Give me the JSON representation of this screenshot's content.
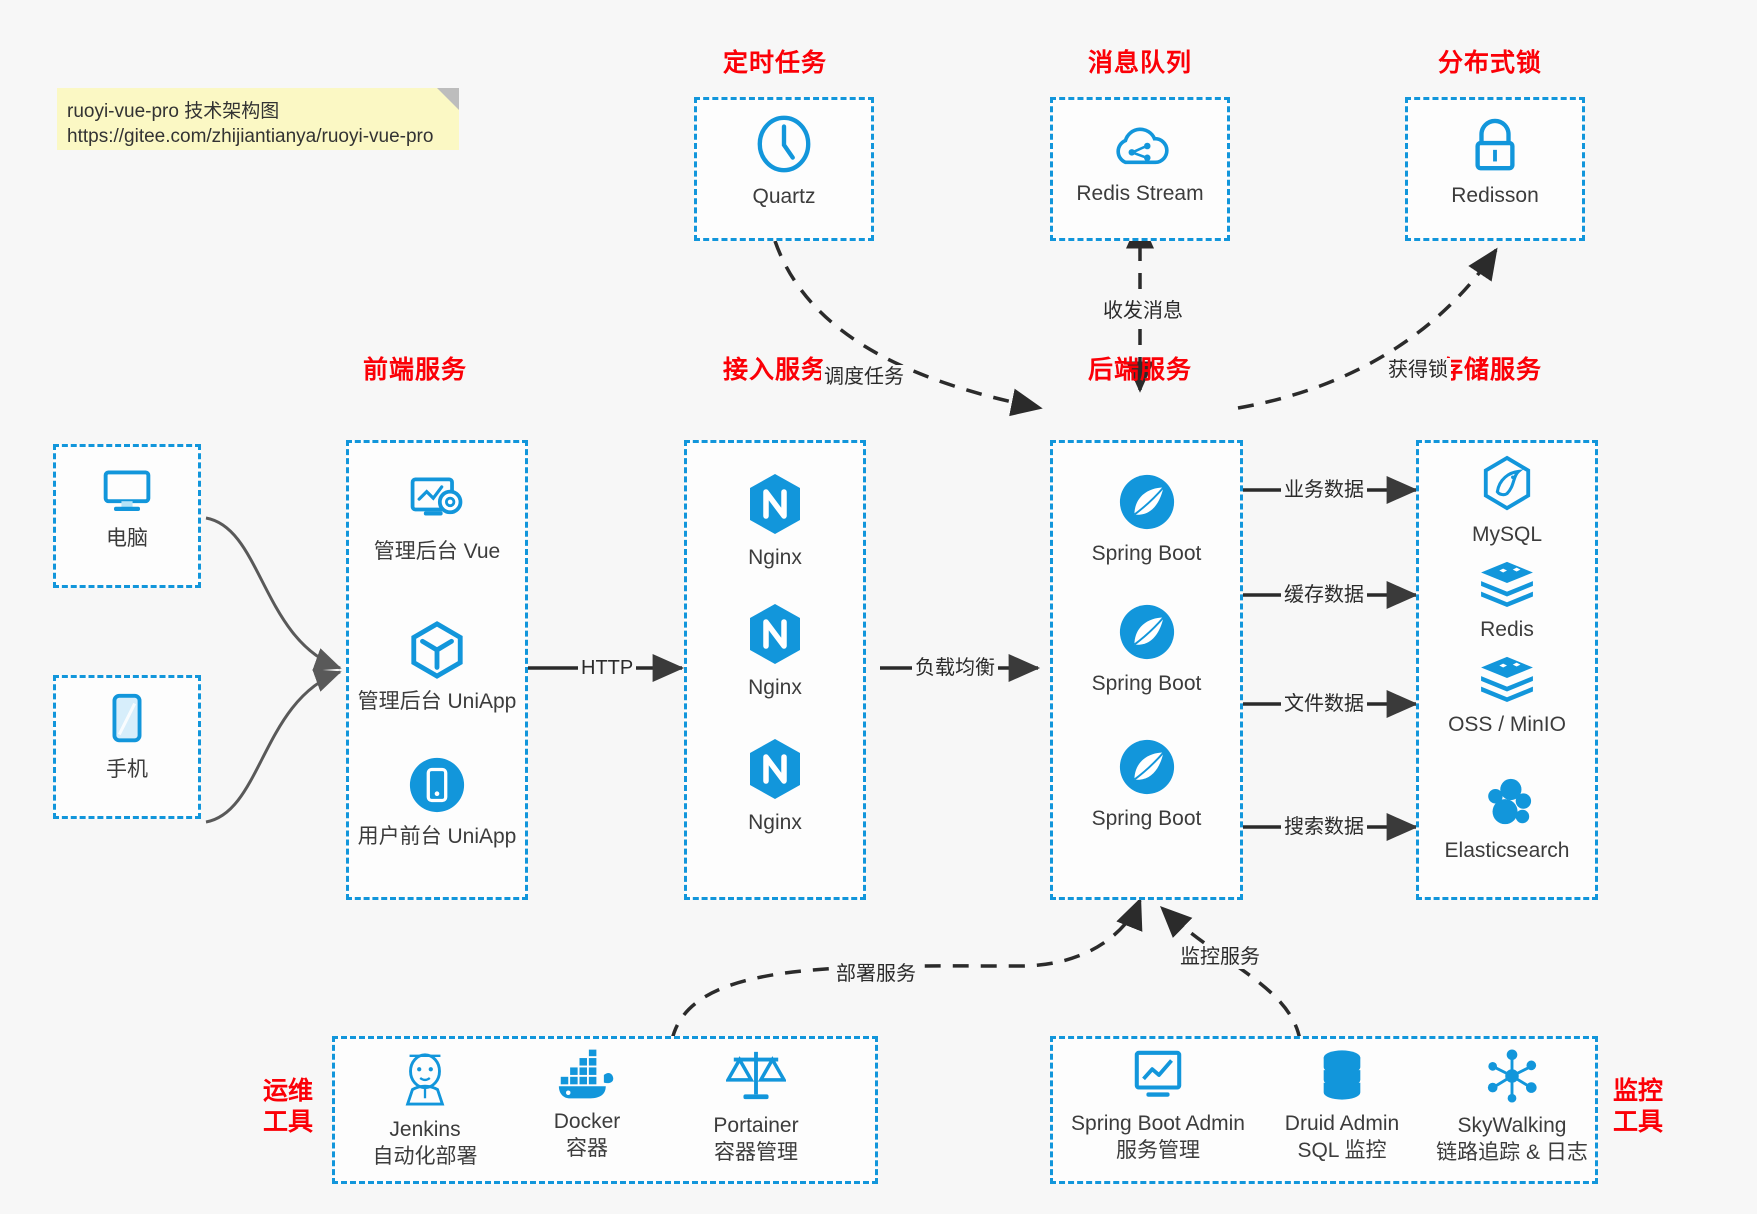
{
  "note": {
    "line1": "ruoyi-vue-pro 技术架构图",
    "line2": "https://gitee.com/zhijiantianya/ruoyi-vue-pro"
  },
  "colors": {
    "accent_blue": "#1296db",
    "title_red": "#fb0007",
    "edge_gray": "#555555",
    "label_text": "#3c3c3c",
    "background": "#f7f7f7",
    "note_bg": "#fbf8c4"
  },
  "groups": {
    "scheduled_task": {
      "title": "定时任务",
      "items": [
        {
          "label": "Quartz",
          "icon": "clock-icon"
        }
      ]
    },
    "message_queue": {
      "title": "消息队列",
      "items": [
        {
          "label": "Redis Stream",
          "icon": "cloud-stream-icon"
        }
      ]
    },
    "distributed_lock": {
      "title": "分布式锁",
      "items": [
        {
          "label": "Redisson",
          "icon": "lock-icon"
        }
      ]
    },
    "clients": {
      "items": [
        {
          "label": "电脑",
          "icon": "desktop-icon"
        },
        {
          "label": "手机",
          "icon": "mobile-icon"
        }
      ]
    },
    "frontend": {
      "title": "前端服务",
      "items": [
        {
          "label": "管理后台 Vue",
          "icon": "dashboard-gear-icon"
        },
        {
          "label": "管理后台 UniApp",
          "icon": "hexagon-cube-icon"
        },
        {
          "label": "用户前台 UniApp",
          "icon": "phone-circle-icon"
        }
      ]
    },
    "gateway": {
      "title": "接入服务",
      "items": [
        {
          "label": "Nginx",
          "icon": "nginx-icon"
        },
        {
          "label": "Nginx",
          "icon": "nginx-icon"
        },
        {
          "label": "Nginx",
          "icon": "nginx-icon"
        }
      ]
    },
    "backend": {
      "title": "后端服务",
      "items": [
        {
          "label": "Spring Boot",
          "icon": "spring-leaf-icon"
        },
        {
          "label": "Spring Boot",
          "icon": "spring-leaf-icon"
        },
        {
          "label": "Spring Boot",
          "icon": "spring-leaf-icon"
        }
      ]
    },
    "storage": {
      "title": "存储服务",
      "items": [
        {
          "label": "MySQL",
          "icon": "mysql-dolphin-icon"
        },
        {
          "label": "Redis",
          "icon": "redis-stack-icon"
        },
        {
          "label": "OSS / MinIO",
          "icon": "redis-stack-icon"
        },
        {
          "label": "Elasticsearch",
          "icon": "elasticsearch-icon"
        }
      ]
    },
    "devops": {
      "title_line1": "运维",
      "title_line2": "工具",
      "items": [
        {
          "label": "Jenkins",
          "sublabel": "自动化部署",
          "icon": "jenkins-butler-icon"
        },
        {
          "label": "Docker",
          "sublabel": "容器",
          "icon": "docker-whale-icon"
        },
        {
          "label": "Portainer",
          "sublabel": "容器管理",
          "icon": "scales-icon"
        }
      ]
    },
    "monitoring": {
      "title_line1": "监控",
      "title_line2": "工具",
      "items": [
        {
          "label": "Spring Boot Admin",
          "sublabel": "服务管理",
          "icon": "monitor-chart-icon"
        },
        {
          "label": "Druid Admin",
          "sublabel": "SQL 监控",
          "icon": "database-icon"
        },
        {
          "label": "SkyWalking",
          "sublabel": "链路追踪 & 日志",
          "icon": "skywalking-node-icon"
        }
      ]
    }
  },
  "edges": {
    "http": "HTTP",
    "load_balance": "负载均衡",
    "schedule_task": "调度任务",
    "send_receive_message": "收发消息",
    "acquire_lock": "获得锁",
    "business_data": "业务数据",
    "cache_data": "缓存数据",
    "file_data": "文件数据",
    "search_data": "搜索数据",
    "deploy_service": "部署服务",
    "monitor_service": "监控服务"
  }
}
